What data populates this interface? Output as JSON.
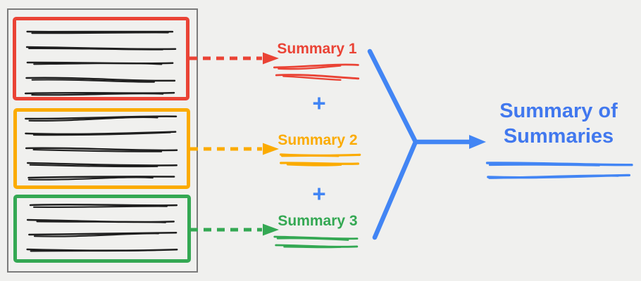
{
  "diagram": {
    "title_semantic": "map-reduce summarization: chunk summaries combined into summary of summaries",
    "document": {
      "chunks": [
        {
          "name": "chunk-1",
          "color_name": "red",
          "text_line_count": 5
        },
        {
          "name": "chunk-2",
          "color_name": "yellow",
          "text_line_count": 5
        },
        {
          "name": "chunk-3",
          "color_name": "green",
          "text_line_count": 4
        }
      ]
    },
    "labels": {
      "summary1": "Summary 1",
      "summary2": "Summary 2",
      "summary3": "Summary 3",
      "plus": "+",
      "final_line1": "Summary of",
      "final_line2": "Summaries"
    },
    "colors": {
      "red": "#EA4335",
      "yellow": "#FBAB00",
      "green": "#34A853",
      "blue": "#4285F4",
      "blue_text": "#4178EE",
      "ink": "#1F1F1F",
      "border_gray": "#7B7B7B",
      "background": "#F0F0EE"
    }
  }
}
